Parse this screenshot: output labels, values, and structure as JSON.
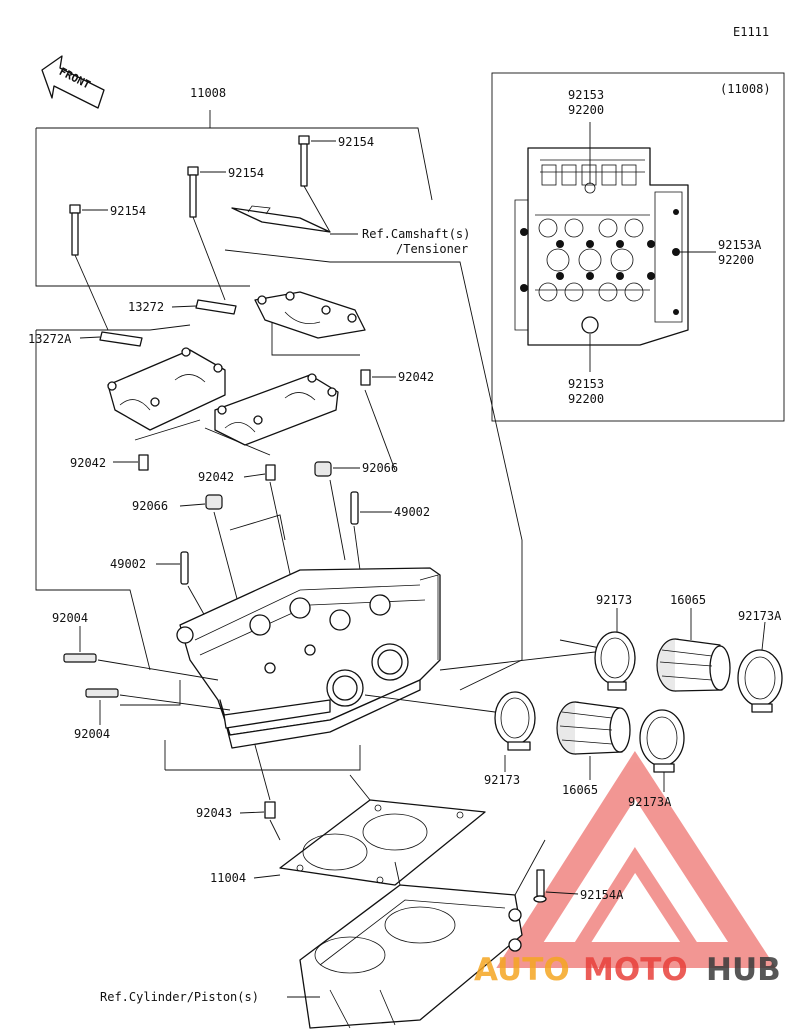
{
  "diagram_code": "E1111",
  "front_label": "FRONT",
  "inset_label": "(11008)",
  "labels": {
    "p11008": "11008",
    "p92154_a": "92154",
    "p92154_b": "92154",
    "p92154_c": "92154",
    "ref_cam_1": "Ref.Camshaft(s)",
    "ref_cam_2": "/Tensioner",
    "p13272": "13272",
    "p13272A": "13272A",
    "p92042_a": "92042",
    "p92042_b": "92042",
    "p92042_c": "92042",
    "p92066_a": "92066",
    "p92066_b": "92066",
    "p49002_a": "49002",
    "p49002_b": "49002",
    "p92004_a": "92004",
    "p92004_b": "92004",
    "p92173_a": "92173",
    "p92173_b": "92173",
    "p16065_a": "16065",
    "p16065_b": "16065",
    "p92173A_a": "92173A",
    "p92173A_b": "92173A",
    "p92043": "92043",
    "p11004": "11004",
    "p92154A": "92154A",
    "ref_cyl": "Ref.Cylinder/Piston(s)",
    "in_92153_t1": "92153",
    "in_92200_t2": "92200",
    "in_92153A": "92153A",
    "in_92200_r": "92200",
    "in_92153_b1": "92153",
    "in_92200_b2": "92200"
  },
  "watermark": {
    "text_auto": "AUTO",
    "text_moto": "MOTO",
    "text_hub": "HUB",
    "color_orange": "#f5a623",
    "color_red": "#e8413c",
    "color_dark": "#3a3a3a"
  }
}
